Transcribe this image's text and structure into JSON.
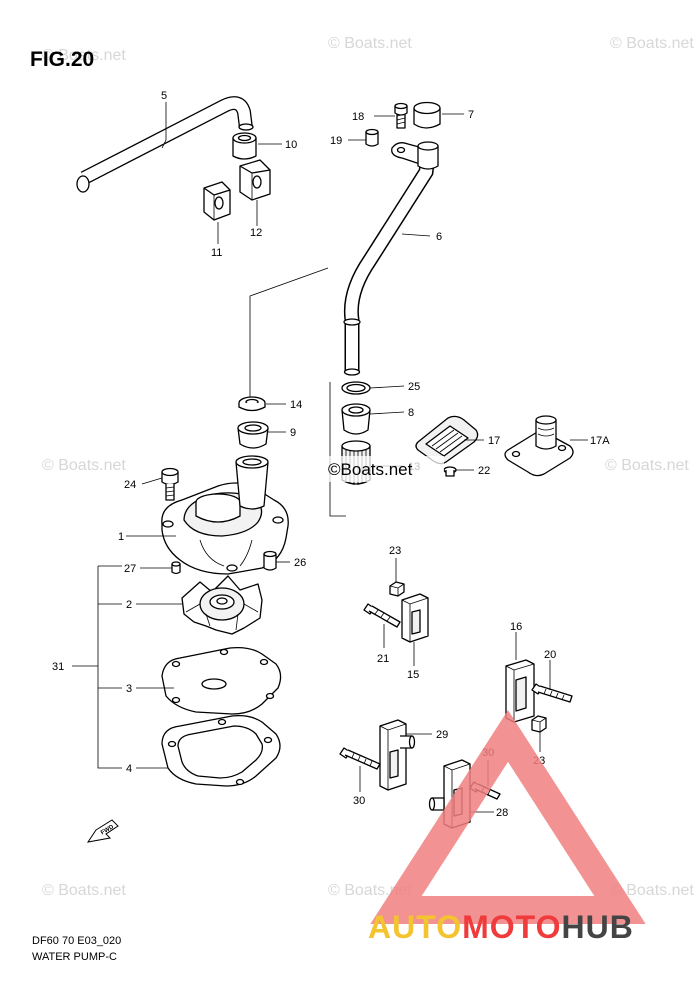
{
  "figure": {
    "title": "FIG.20",
    "caption_line1": "DF60 70 E03_020",
    "caption_line2": "WATER PUMP-C"
  },
  "watermarks": {
    "repeat_text": "© Boats.net",
    "center_text": "©Boats.net"
  },
  "brand": {
    "part1": "AUTO",
    "part2": "MOTO",
    "part3": "HUB",
    "color_auto": "#f4c430",
    "color_moto": "#ef3b3b",
    "color_hub": "#444444"
  },
  "fwd_label": "FWD",
  "callouts": {
    "c5": "5",
    "c10": "10",
    "c11": "11",
    "c12": "12",
    "c18": "18",
    "c7": "7",
    "c19": "19",
    "c6": "6",
    "c14": "14",
    "c9": "9",
    "c25": "25",
    "c8": "8",
    "c17": "17",
    "c17a": "17A",
    "c13": "13",
    "c22": "22",
    "c24": "24",
    "c1": "1",
    "c26": "26",
    "c27": "27",
    "c2": "2",
    "c31": "31",
    "c3": "3",
    "c4": "4",
    "c23a": "23",
    "c21": "21",
    "c15": "15",
    "c16": "16",
    "c20": "20",
    "c23b": "23",
    "c29": "29",
    "c30a": "30",
    "c30b": "30",
    "c28": "28"
  }
}
